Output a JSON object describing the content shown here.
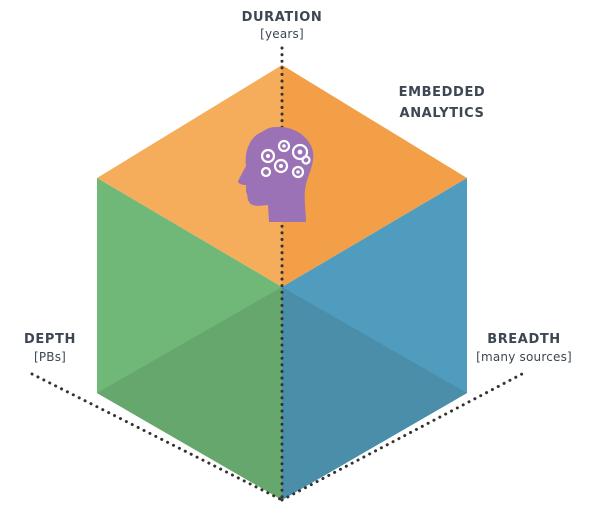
{
  "labels": {
    "duration": {
      "title": "DURATION",
      "sub": "[years]"
    },
    "embedded": {
      "line1": "EMBEDDED",
      "line2": "ANALYTICS"
    },
    "depth": {
      "title": "DEPTH",
      "sub": "[PBs]"
    },
    "breadth": {
      "title": "BREADTH",
      "sub": "[many sources]"
    }
  },
  "colors": {
    "top_left": "#f5ad5b",
    "top_right": "#f29f48",
    "left_face": "#6fb878",
    "left_face_shade": "#65a76c",
    "right_face": "#4f9cbf",
    "right_face_shade": "#4a8eaa",
    "head": "#9b72b5",
    "text": "#3d4653",
    "dots": "#333333"
  },
  "icon": "brain-gears-head-icon"
}
